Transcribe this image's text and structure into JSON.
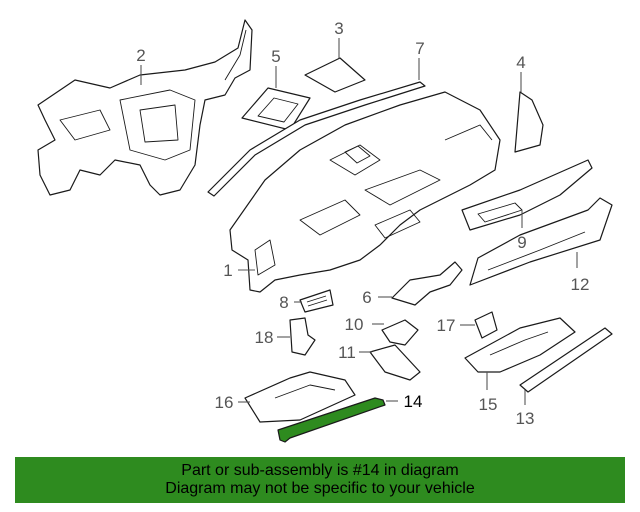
{
  "callouts": {
    "c1": "1",
    "c2": "2",
    "c3": "3",
    "c4": "4",
    "c5": "5",
    "c6": "6",
    "c7": "7",
    "c8": "8",
    "c9": "9",
    "c10": "10",
    "c11": "11",
    "c12": "12",
    "c13": "13",
    "c14": "14",
    "c15": "15",
    "c16": "16",
    "c17": "17",
    "c18": "18"
  },
  "highlighted_part": "14",
  "highlight_color": "#2e8b1f",
  "banner": {
    "line1": "Part or sub-assembly is #14 in diagram",
    "line2": "Diagram may not be specific to your vehicle"
  }
}
